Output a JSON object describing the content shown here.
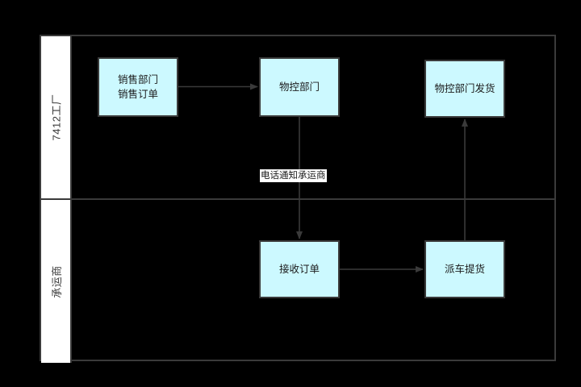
{
  "diagram": {
    "type": "swimlane-flowchart",
    "colors": {
      "node_fill": "#ccf9ff",
      "stroke": "#3a3a3a",
      "lane_header_fill": "#ffffff",
      "background": "#000000",
      "text": "#1b1b1b"
    },
    "lanes": [
      {
        "id": "lane-factory",
        "title": "7412工厂"
      },
      {
        "id": "lane-carrier",
        "title": "承运商"
      }
    ],
    "nodes": [
      {
        "id": "node-sales",
        "lane": "lane-factory",
        "label": "销售部门\n销售订单"
      },
      {
        "id": "node-mc",
        "lane": "lane-factory",
        "label": "物控部门"
      },
      {
        "id": "node-mcship",
        "lane": "lane-factory",
        "label": "物控部门发货"
      },
      {
        "id": "node-recv",
        "lane": "lane-carrier",
        "label": "接收订单"
      },
      {
        "id": "node-dispatch",
        "lane": "lane-carrier",
        "label": "派车提货"
      }
    ],
    "edges": [
      {
        "id": "edge-sales-mc",
        "from": "node-sales",
        "to": "node-mc",
        "label": "",
        "direction": "right"
      },
      {
        "id": "edge-mc-recv",
        "from": "node-mc",
        "to": "node-recv",
        "label": "电话通知承运商",
        "direction": "down"
      },
      {
        "id": "edge-recv-dispatch",
        "from": "node-recv",
        "to": "node-dispatch",
        "label": "",
        "direction": "right"
      },
      {
        "id": "edge-dispatch-mcship",
        "from": "node-dispatch",
        "to": "node-mcship",
        "label": "",
        "direction": "up"
      }
    ]
  }
}
